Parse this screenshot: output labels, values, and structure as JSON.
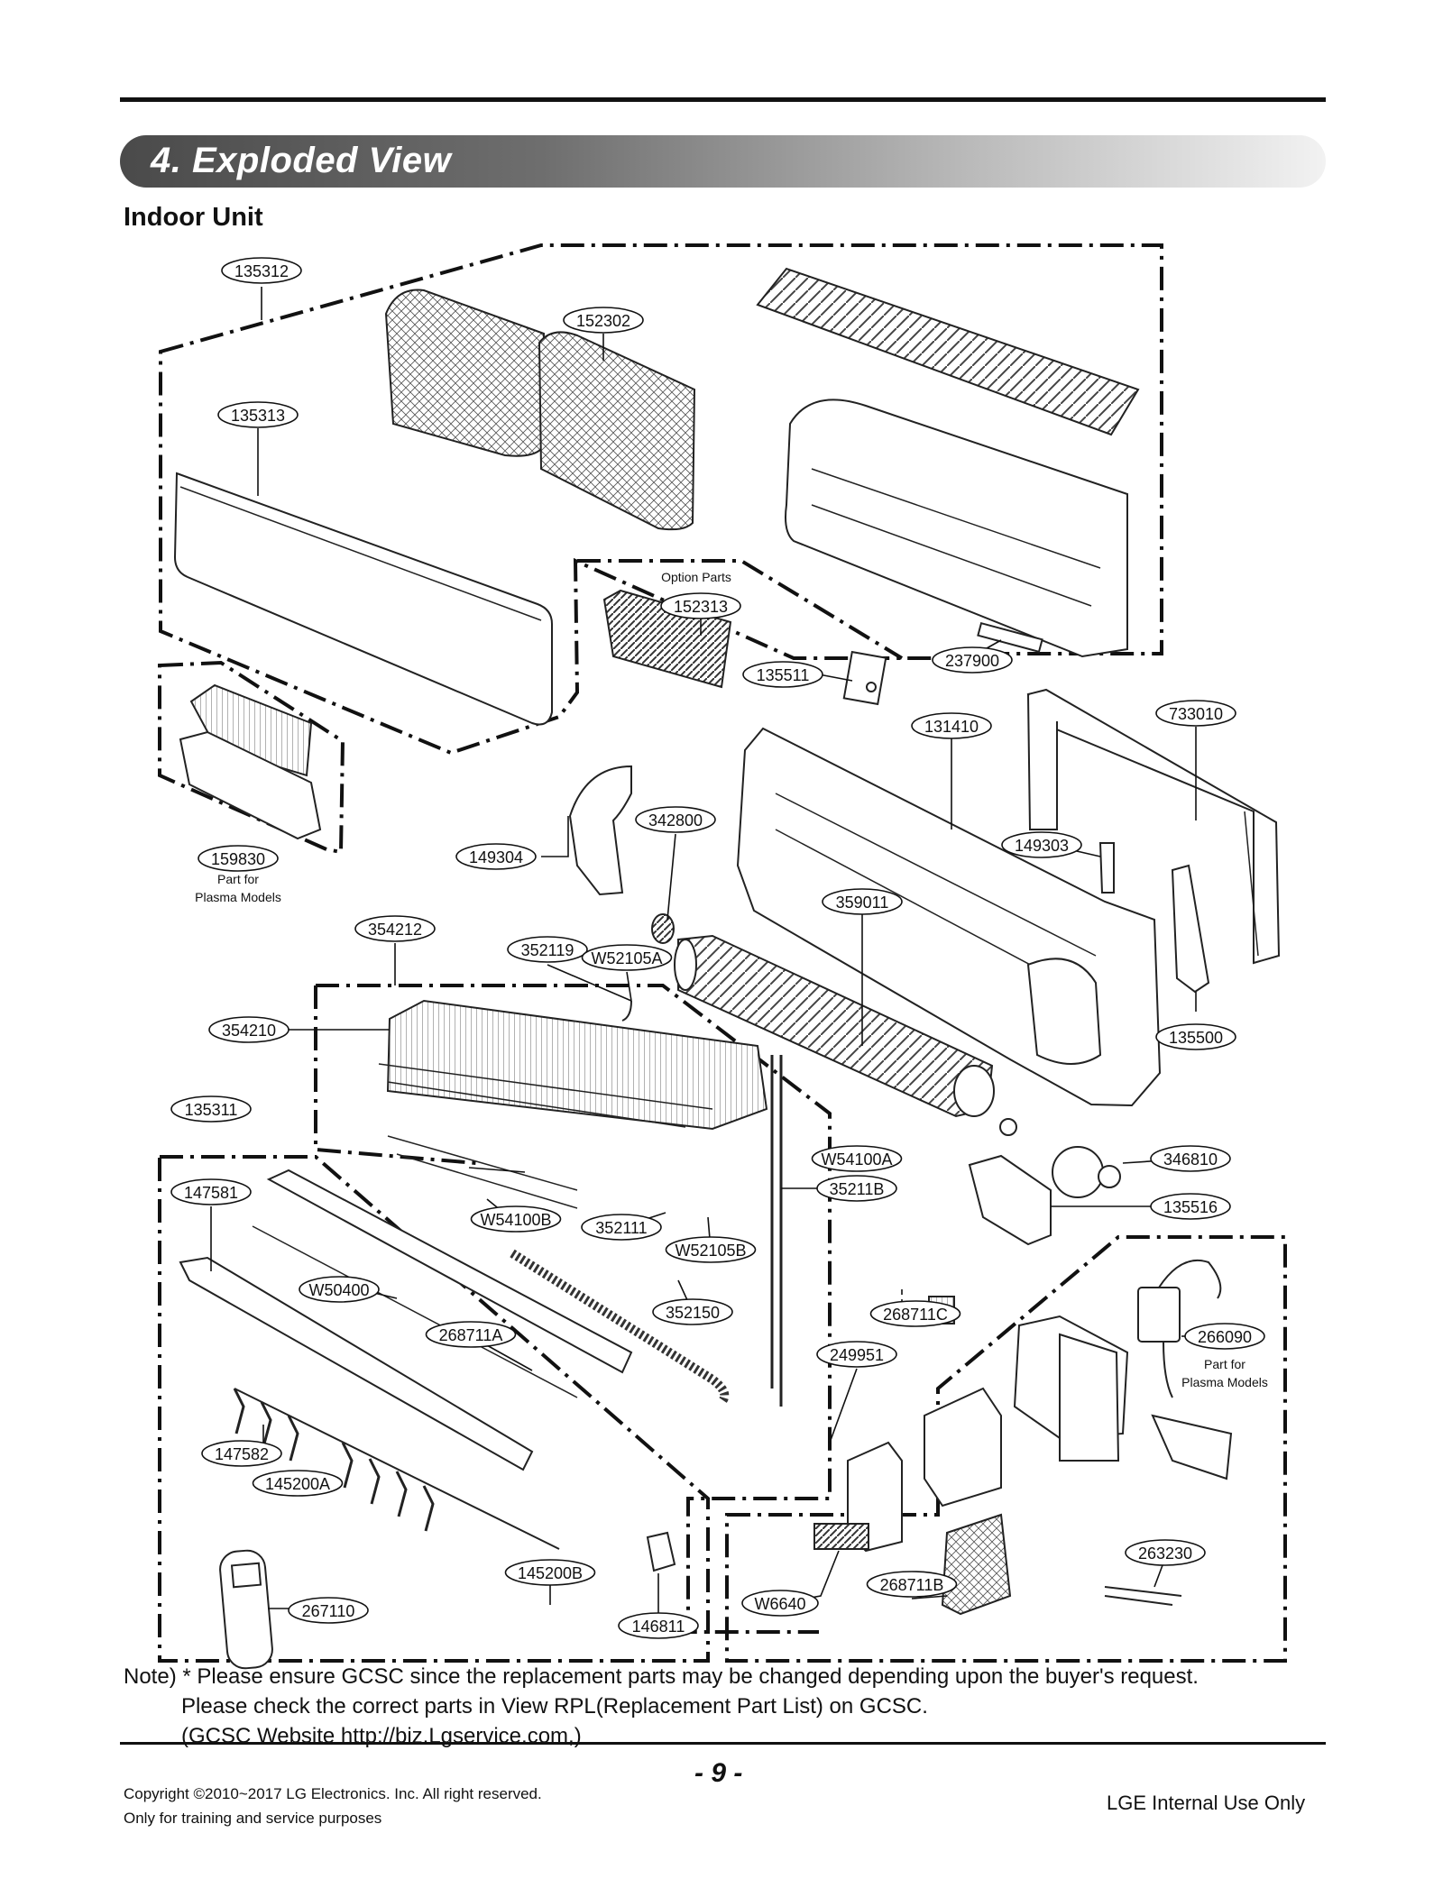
{
  "header": {
    "section_title": "4. Exploded View",
    "subsection_title": "Indoor Unit"
  },
  "callouts": [
    {
      "name": "part-135312",
      "label": "135312"
    },
    {
      "name": "part-152302",
      "label": "152302"
    },
    {
      "name": "part-135313",
      "label": "135313"
    },
    {
      "name": "part-152313",
      "label": "152313"
    },
    {
      "name": "part-135511",
      "label": "135511"
    },
    {
      "name": "part-237900",
      "label": "237900"
    },
    {
      "name": "part-131410",
      "label": "131410"
    },
    {
      "name": "part-733010",
      "label": "733010"
    },
    {
      "name": "part-159830",
      "label": "159830"
    },
    {
      "name": "part-149304",
      "label": "149304"
    },
    {
      "name": "part-342800",
      "label": "342800"
    },
    {
      "name": "part-149303",
      "label": "149303"
    },
    {
      "name": "part-359011",
      "label": "359011"
    },
    {
      "name": "part-354212",
      "label": "354212"
    },
    {
      "name": "part-352119",
      "label": "352119"
    },
    {
      "name": "part-W52105A",
      "label": "W52105A"
    },
    {
      "name": "part-354210",
      "label": "354210"
    },
    {
      "name": "part-135500",
      "label": "135500"
    },
    {
      "name": "part-135311",
      "label": "135311"
    },
    {
      "name": "part-W54100A",
      "label": "W54100A"
    },
    {
      "name": "part-346810",
      "label": "346810"
    },
    {
      "name": "part-147581",
      "label": "147581"
    },
    {
      "name": "part-35211B",
      "label": "35211B"
    },
    {
      "name": "part-135516",
      "label": "135516"
    },
    {
      "name": "part-W54100B",
      "label": "W54100B"
    },
    {
      "name": "part-352111",
      "label": "352111"
    },
    {
      "name": "part-W52105B",
      "label": "W52105B"
    },
    {
      "name": "part-W50400",
      "label": "W50400"
    },
    {
      "name": "part-352150",
      "label": "352150"
    },
    {
      "name": "part-268711C",
      "label": "268711C"
    },
    {
      "name": "part-268711A",
      "label": "268711A"
    },
    {
      "name": "part-249951",
      "label": "249951"
    },
    {
      "name": "part-266090",
      "label": "266090"
    },
    {
      "name": "part-147582",
      "label": "147582"
    },
    {
      "name": "part-145200A",
      "label": "145200A"
    },
    {
      "name": "part-263230",
      "label": "263230"
    },
    {
      "name": "part-145200B",
      "label": "145200B"
    },
    {
      "name": "part-268711B",
      "label": "268711B"
    },
    {
      "name": "part-W6640",
      "label": "W6640"
    },
    {
      "name": "part-267110",
      "label": "267110"
    },
    {
      "name": "part-146811",
      "label": "146811"
    }
  ],
  "annotations": {
    "option_parts": "Option Parts",
    "plasma_1_line1": "Part for",
    "plasma_1_line2": "Plasma Models",
    "plasma_2_line1": "Part for",
    "plasma_2_line2": "Plasma Models"
  },
  "note": {
    "line1": "Note) * Please ensure GCSC since the replacement parts may be changed depending upon the buyer's request.",
    "line2": "Please check  the correct parts in View RPL(Replacement Part List) on GCSC.",
    "line3": "(GCSC Website  http://biz.Lgservice.com,)"
  },
  "footer": {
    "copyright_line1": "Copyright ©2010~2017 LG Electronics. Inc. All right reserved.",
    "copyright_line2": "Only for training and service purposes",
    "page_number": "- 9 -",
    "internal": "LGE Internal Use Only"
  }
}
